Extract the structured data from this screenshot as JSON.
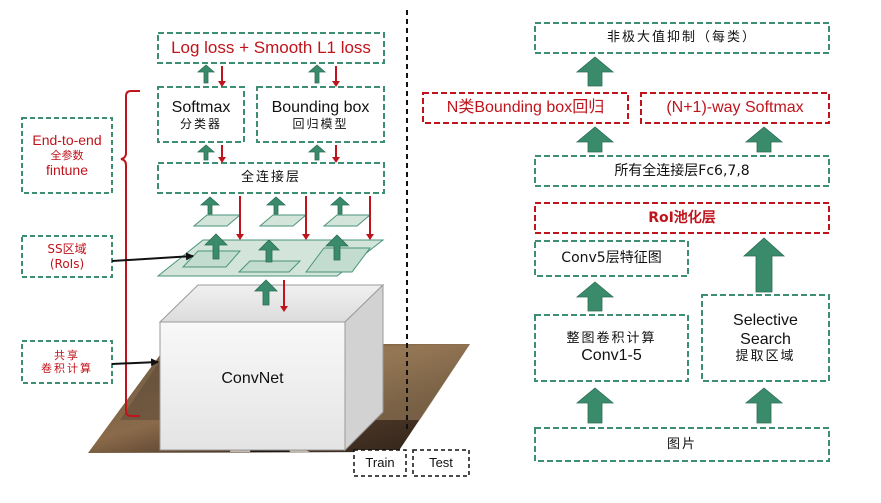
{
  "left": {
    "loss": "Log loss  +  Smooth L1 loss",
    "softmax": {
      "title": "Softmax",
      "sub": "分类器"
    },
    "bbox": {
      "title": "Bounding box",
      "sub": "回归模型"
    },
    "fc": "全连接层",
    "convnet": "ConvNet",
    "side_end2end": {
      "line1": "End-to-end",
      "line2": "全参数",
      "line3": "fintune"
    },
    "side_ss": {
      "line1": "SS区域",
      "line2": "(RoIs)"
    },
    "side_shared": {
      "line1": "共享",
      "line2": "卷积计算"
    }
  },
  "legend": {
    "train": "Train",
    "test": "Test"
  },
  "right": {
    "nms": "非极大值抑制（每类）",
    "bbox_reg": "N类Bounding box回归",
    "softmax": "(N+1)-way Softmax",
    "fc": "所有全连接层Fc6,7,8",
    "roi": "RoI池化层",
    "conv5": "Conv5层特征图",
    "conv_full": {
      "line1": "整图卷积计算",
      "line2": "Conv1-5"
    },
    "ss": {
      "line1": "Selective",
      "line2": "Search",
      "line3": "提取区域"
    },
    "image": "图片"
  },
  "colors": {
    "green_border": "#3d8f73",
    "green_arrow": "#3a8b6c",
    "red": "#c0141c",
    "region_fill": "#c7ddd2"
  }
}
